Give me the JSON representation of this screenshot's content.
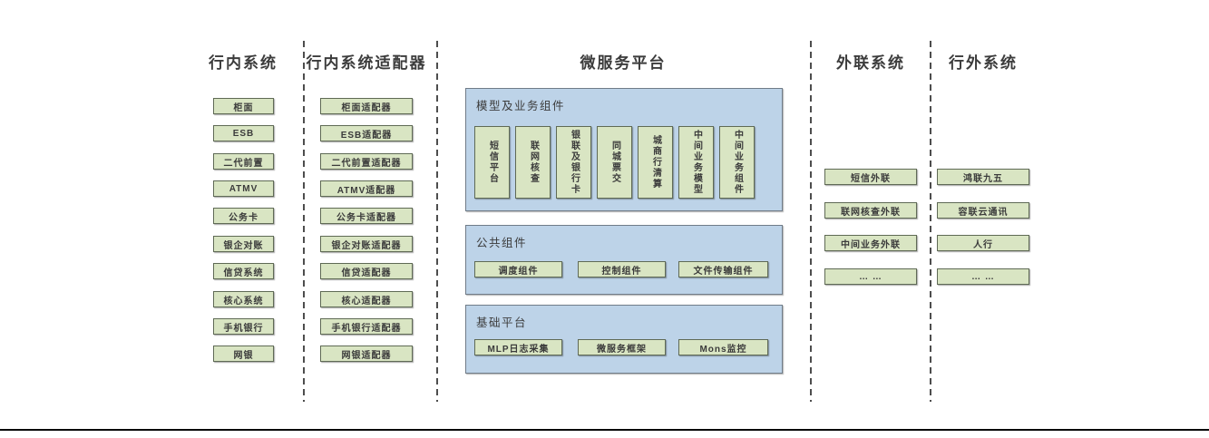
{
  "diagram": {
    "title": "微服务平台",
    "colors": {
      "box_fill": "#d9e5c3",
      "box_border": "#5f6a55",
      "panel_fill": "#bdd3e8",
      "panel_border": "#707c88",
      "header_text": "#3c3c3c",
      "divider": "#4d4d4d",
      "baseline": "#0a0a0a"
    },
    "columns": {
      "internal_systems": {
        "title": "行内系统",
        "items": [
          "柜面",
          "ESB",
          "二代前置",
          "ATMV",
          "公务卡",
          "银企对账",
          "信贷系统",
          "核心系统",
          "手机银行",
          "网银"
        ]
      },
      "internal_adapters": {
        "title": "行内系统适配器",
        "items": [
          "柜面适配器",
          "ESB适配器",
          "二代前置适配器",
          "ATMV适配器",
          "公务卡适配器",
          "银企对账适配器",
          "信贷适配器",
          "核心适配器",
          "手机银行适配器",
          "网银适配器"
        ]
      },
      "microservice_platform": {
        "title": "微服务平台",
        "panels": {
          "model_business": {
            "title": "模型及业务组件",
            "items": [
              "短信平台",
              "联网核查",
              "银联及银行卡",
              "同城票交",
              "城商行清算",
              "中间业务模型",
              "中间业务组件"
            ]
          },
          "common_components": {
            "title": "公共组件",
            "items": [
              "调度组件",
              "控制组件",
              "文件传输组件"
            ]
          },
          "base_platform": {
            "title": "基础平台",
            "items": [
              "MLP日志采集",
              "微服务框架",
              "Mons监控"
            ]
          }
        }
      },
      "external_link_systems": {
        "title": "外联系统",
        "items": [
          "短信外联",
          "联网核查外联",
          "中间业务外联",
          "… …"
        ]
      },
      "outside_systems": {
        "title": "行外系统",
        "items": [
          "鸿联九五",
          "容联云通讯",
          "人行",
          "… …"
        ]
      }
    }
  }
}
